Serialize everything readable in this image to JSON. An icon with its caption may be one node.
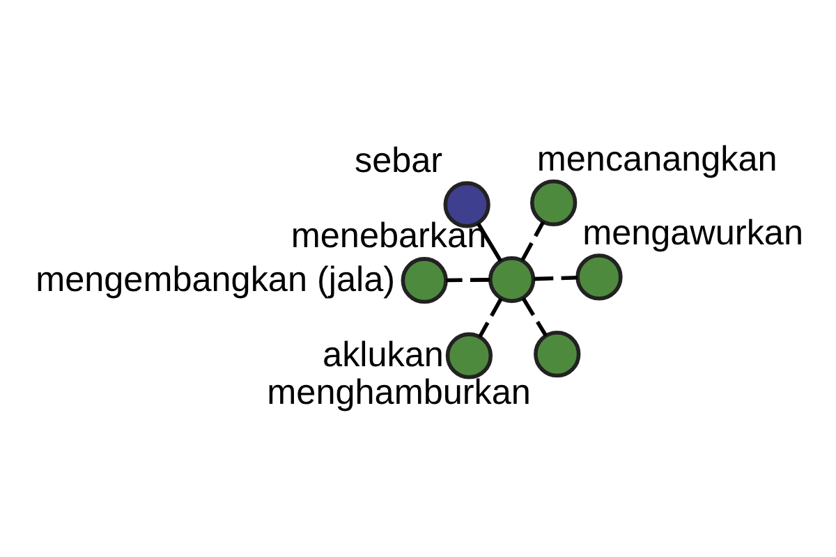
{
  "diagram": {
    "nodes": [
      {
        "text": [
          "sebar"
        ]
      },
      {
        "text": [
          "menebarkan"
        ]
      },
      {
        "text": [
          "menghamburkan"
        ]
      },
      {
        "text": [
          "mengembangkan (jala)"
        ]
      },
      {
        "text": [
          "aklukan"
        ]
      },
      {
        "text": [
          "mengawurkan"
        ]
      },
      {
        "text": [
          "mencanangkan"
        ]
      }
    ],
    "edges": [
      {
        "from": 0,
        "to": 1,
        "arrow": "none"
      },
      {
        "from": 1,
        "to": 2,
        "arrow": "none",
        "style": "dashed"
      },
      {
        "from": 1,
        "to": 3,
        "arrow": "none",
        "style": "dashed"
      },
      {
        "from": 1,
        "to": 4,
        "arrow": "none",
        "style": "dashed"
      },
      {
        "from": 1,
        "to": 5,
        "arrow": "none",
        "style": "dashed"
      },
      {
        "from": 1,
        "to": 6,
        "arrow": "none",
        "style": "dashed"
      }
    ]
  }
}
